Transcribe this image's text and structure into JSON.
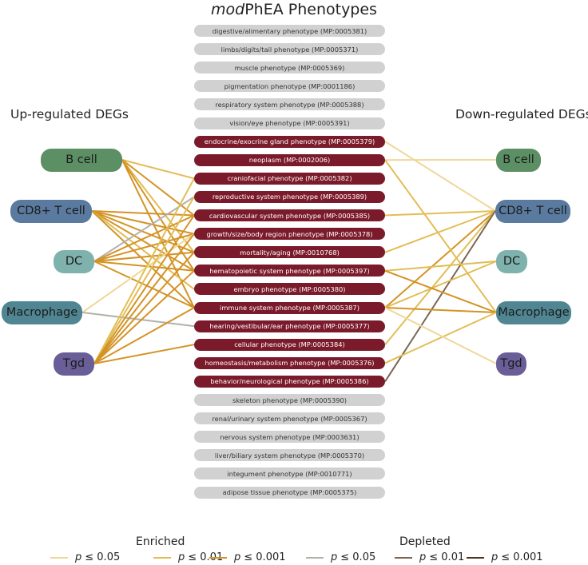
{
  "title_italic": "mod",
  "title_rest": "PhEA Phenotypes",
  "left_title": "Up-regulated DEGs",
  "right_title": "Down-regulated DEGs",
  "cells": [
    {
      "label": "B cell",
      "color": "#5c8f63"
    },
    {
      "label": "CD8+ T cell",
      "color": "#5a7a9f"
    },
    {
      "label": "DC",
      "color": "#7fb2ac"
    },
    {
      "label": "Macrophage",
      "color": "#4f8692"
    },
    {
      "label": "Tgd",
      "color": "#6a5e98"
    }
  ],
  "phenotypes": [
    {
      "label": "digestive/alimentary phenotype (MP:0005381)",
      "enriched": false
    },
    {
      "label": "limbs/digits/tail phenotype (MP:0005371)",
      "enriched": false
    },
    {
      "label": "muscle phenotype (MP:0005369)",
      "enriched": false
    },
    {
      "label": "pigmentation phenotype (MP:0001186)",
      "enriched": false
    },
    {
      "label": "respiratory system phenotype (MP:0005388)",
      "enriched": false
    },
    {
      "label": "vision/eye phenotype (MP:0005391)",
      "enriched": false
    },
    {
      "label": "endocrine/exocrine gland phenotype (MP:0005379)",
      "enriched": true
    },
    {
      "label": "neoplasm (MP:0002006)",
      "enriched": true
    },
    {
      "label": "craniofacial phenotype (MP:0005382)",
      "enriched": true
    },
    {
      "label": "reproductive system phenotype (MP:0005389)",
      "enriched": true
    },
    {
      "label": "cardiovascular system phenotype (MP:0005385)",
      "enriched": true
    },
    {
      "label": "growth/size/body region phenotype (MP:0005378)",
      "enriched": true
    },
    {
      "label": "mortality/aging (MP:0010768)",
      "enriched": true
    },
    {
      "label": "hematopoietic system phenotype (MP:0005397)",
      "enriched": true
    },
    {
      "label": "embryo phenotype (MP:0005380)",
      "enriched": true
    },
    {
      "label": "immune system phenotype (MP:0005387)",
      "enriched": true
    },
    {
      "label": "hearing/vestibular/ear phenotype (MP:0005377)",
      "enriched": true
    },
    {
      "label": "cellular phenotype (MP:0005384)",
      "enriched": true
    },
    {
      "label": "homeostasis/metabolism phenotype (MP:0005376)",
      "enriched": true
    },
    {
      "label": "behavior/neurological phenotype (MP:0005386)",
      "enriched": true
    },
    {
      "label": "skeleton phenotype (MP:0005390)",
      "enriched": false
    },
    {
      "label": "renal/urinary system phenotype (MP:0005367)",
      "enriched": false
    },
    {
      "label": "nervous system phenotype (MP:0003631)",
      "enriched": false
    },
    {
      "label": "liver/biliary system phenotype (MP:0005370)",
      "enriched": false
    },
    {
      "label": "integument phenotype (MP:0010771)",
      "enriched": false
    },
    {
      "label": "adipose tissue phenotype (MP:0005375)",
      "enriched": false
    }
  ],
  "link_styles": {
    "e05": "#f0d79a",
    "e01": "#e2bd55",
    "e001": "#d39325",
    "d05": "#b5b1aa",
    "d01": "#7a6652",
    "d001": "#4f3520"
  },
  "left_links": [
    {
      "cell": 0,
      "pheno": 8,
      "level": "e01"
    },
    {
      "cell": 0,
      "pheno": 10,
      "level": "e001"
    },
    {
      "cell": 0,
      "pheno": 12,
      "level": "e01"
    },
    {
      "cell": 0,
      "pheno": 13,
      "level": "e001"
    },
    {
      "cell": 0,
      "pheno": 15,
      "level": "e001"
    },
    {
      "cell": 1,
      "pheno": 10,
      "level": "e001"
    },
    {
      "cell": 1,
      "pheno": 11,
      "level": "e001"
    },
    {
      "cell": 1,
      "pheno": 12,
      "level": "e001"
    },
    {
      "cell": 1,
      "pheno": 13,
      "level": "e001"
    },
    {
      "cell": 1,
      "pheno": 14,
      "level": "e01"
    },
    {
      "cell": 1,
      "pheno": 15,
      "level": "e001"
    },
    {
      "cell": 2,
      "pheno": 9,
      "level": "d05"
    },
    {
      "cell": 2,
      "pheno": 10,
      "level": "e001"
    },
    {
      "cell": 2,
      "pheno": 11,
      "level": "e001"
    },
    {
      "cell": 2,
      "pheno": 12,
      "level": "e001"
    },
    {
      "cell": 2,
      "pheno": 13,
      "level": "e001"
    },
    {
      "cell": 2,
      "pheno": 15,
      "level": "e001"
    },
    {
      "cell": 3,
      "pheno": 11,
      "level": "e05"
    },
    {
      "cell": 3,
      "pheno": 16,
      "level": "d05"
    },
    {
      "cell": 4,
      "pheno": 8,
      "level": "e01"
    },
    {
      "cell": 4,
      "pheno": 9,
      "level": "e01"
    },
    {
      "cell": 4,
      "pheno": 10,
      "level": "e001"
    },
    {
      "cell": 4,
      "pheno": 11,
      "level": "e001"
    },
    {
      "cell": 4,
      "pheno": 12,
      "level": "e001"
    },
    {
      "cell": 4,
      "pheno": 13,
      "level": "e001"
    },
    {
      "cell": 4,
      "pheno": 15,
      "level": "e001"
    },
    {
      "cell": 4,
      "pheno": 17,
      "level": "e001"
    }
  ],
  "right_links": [
    {
      "cell": 0,
      "pheno": 7,
      "level": "e05"
    },
    {
      "cell": 1,
      "pheno": 6,
      "level": "e05"
    },
    {
      "cell": 1,
      "pheno": 10,
      "level": "e01"
    },
    {
      "cell": 1,
      "pheno": 12,
      "level": "e01"
    },
    {
      "cell": 1,
      "pheno": 15,
      "level": "e001"
    },
    {
      "cell": 1,
      "pheno": 17,
      "level": "e01"
    },
    {
      "cell": 1,
      "pheno": 19,
      "level": "d01"
    },
    {
      "cell": 2,
      "pheno": 13,
      "level": "e01"
    },
    {
      "cell": 2,
      "pheno": 15,
      "level": "e01"
    },
    {
      "cell": 3,
      "pheno": 7,
      "level": "e01"
    },
    {
      "cell": 3,
      "pheno": 13,
      "level": "e001"
    },
    {
      "cell": 3,
      "pheno": 15,
      "level": "e001"
    },
    {
      "cell": 3,
      "pheno": 18,
      "level": "e01"
    },
    {
      "cell": 4,
      "pheno": 15,
      "level": "e05"
    }
  ],
  "legend": {
    "enriched_label": "Enriched",
    "depleted_label": "Depleted",
    "p_symbol": "p",
    "items": [
      {
        "level": "e05",
        "text": "≤ 0.05"
      },
      {
        "level": "e01",
        "text": "≤ 0.01"
      },
      {
        "level": "e001",
        "text": "≤ 0.001"
      },
      {
        "level": "d05",
        "text": "≤ 0.05"
      },
      {
        "level": "d01",
        "text": "≤ 0.01"
      },
      {
        "level": "d001",
        "text": "≤ 0.001"
      }
    ]
  }
}
